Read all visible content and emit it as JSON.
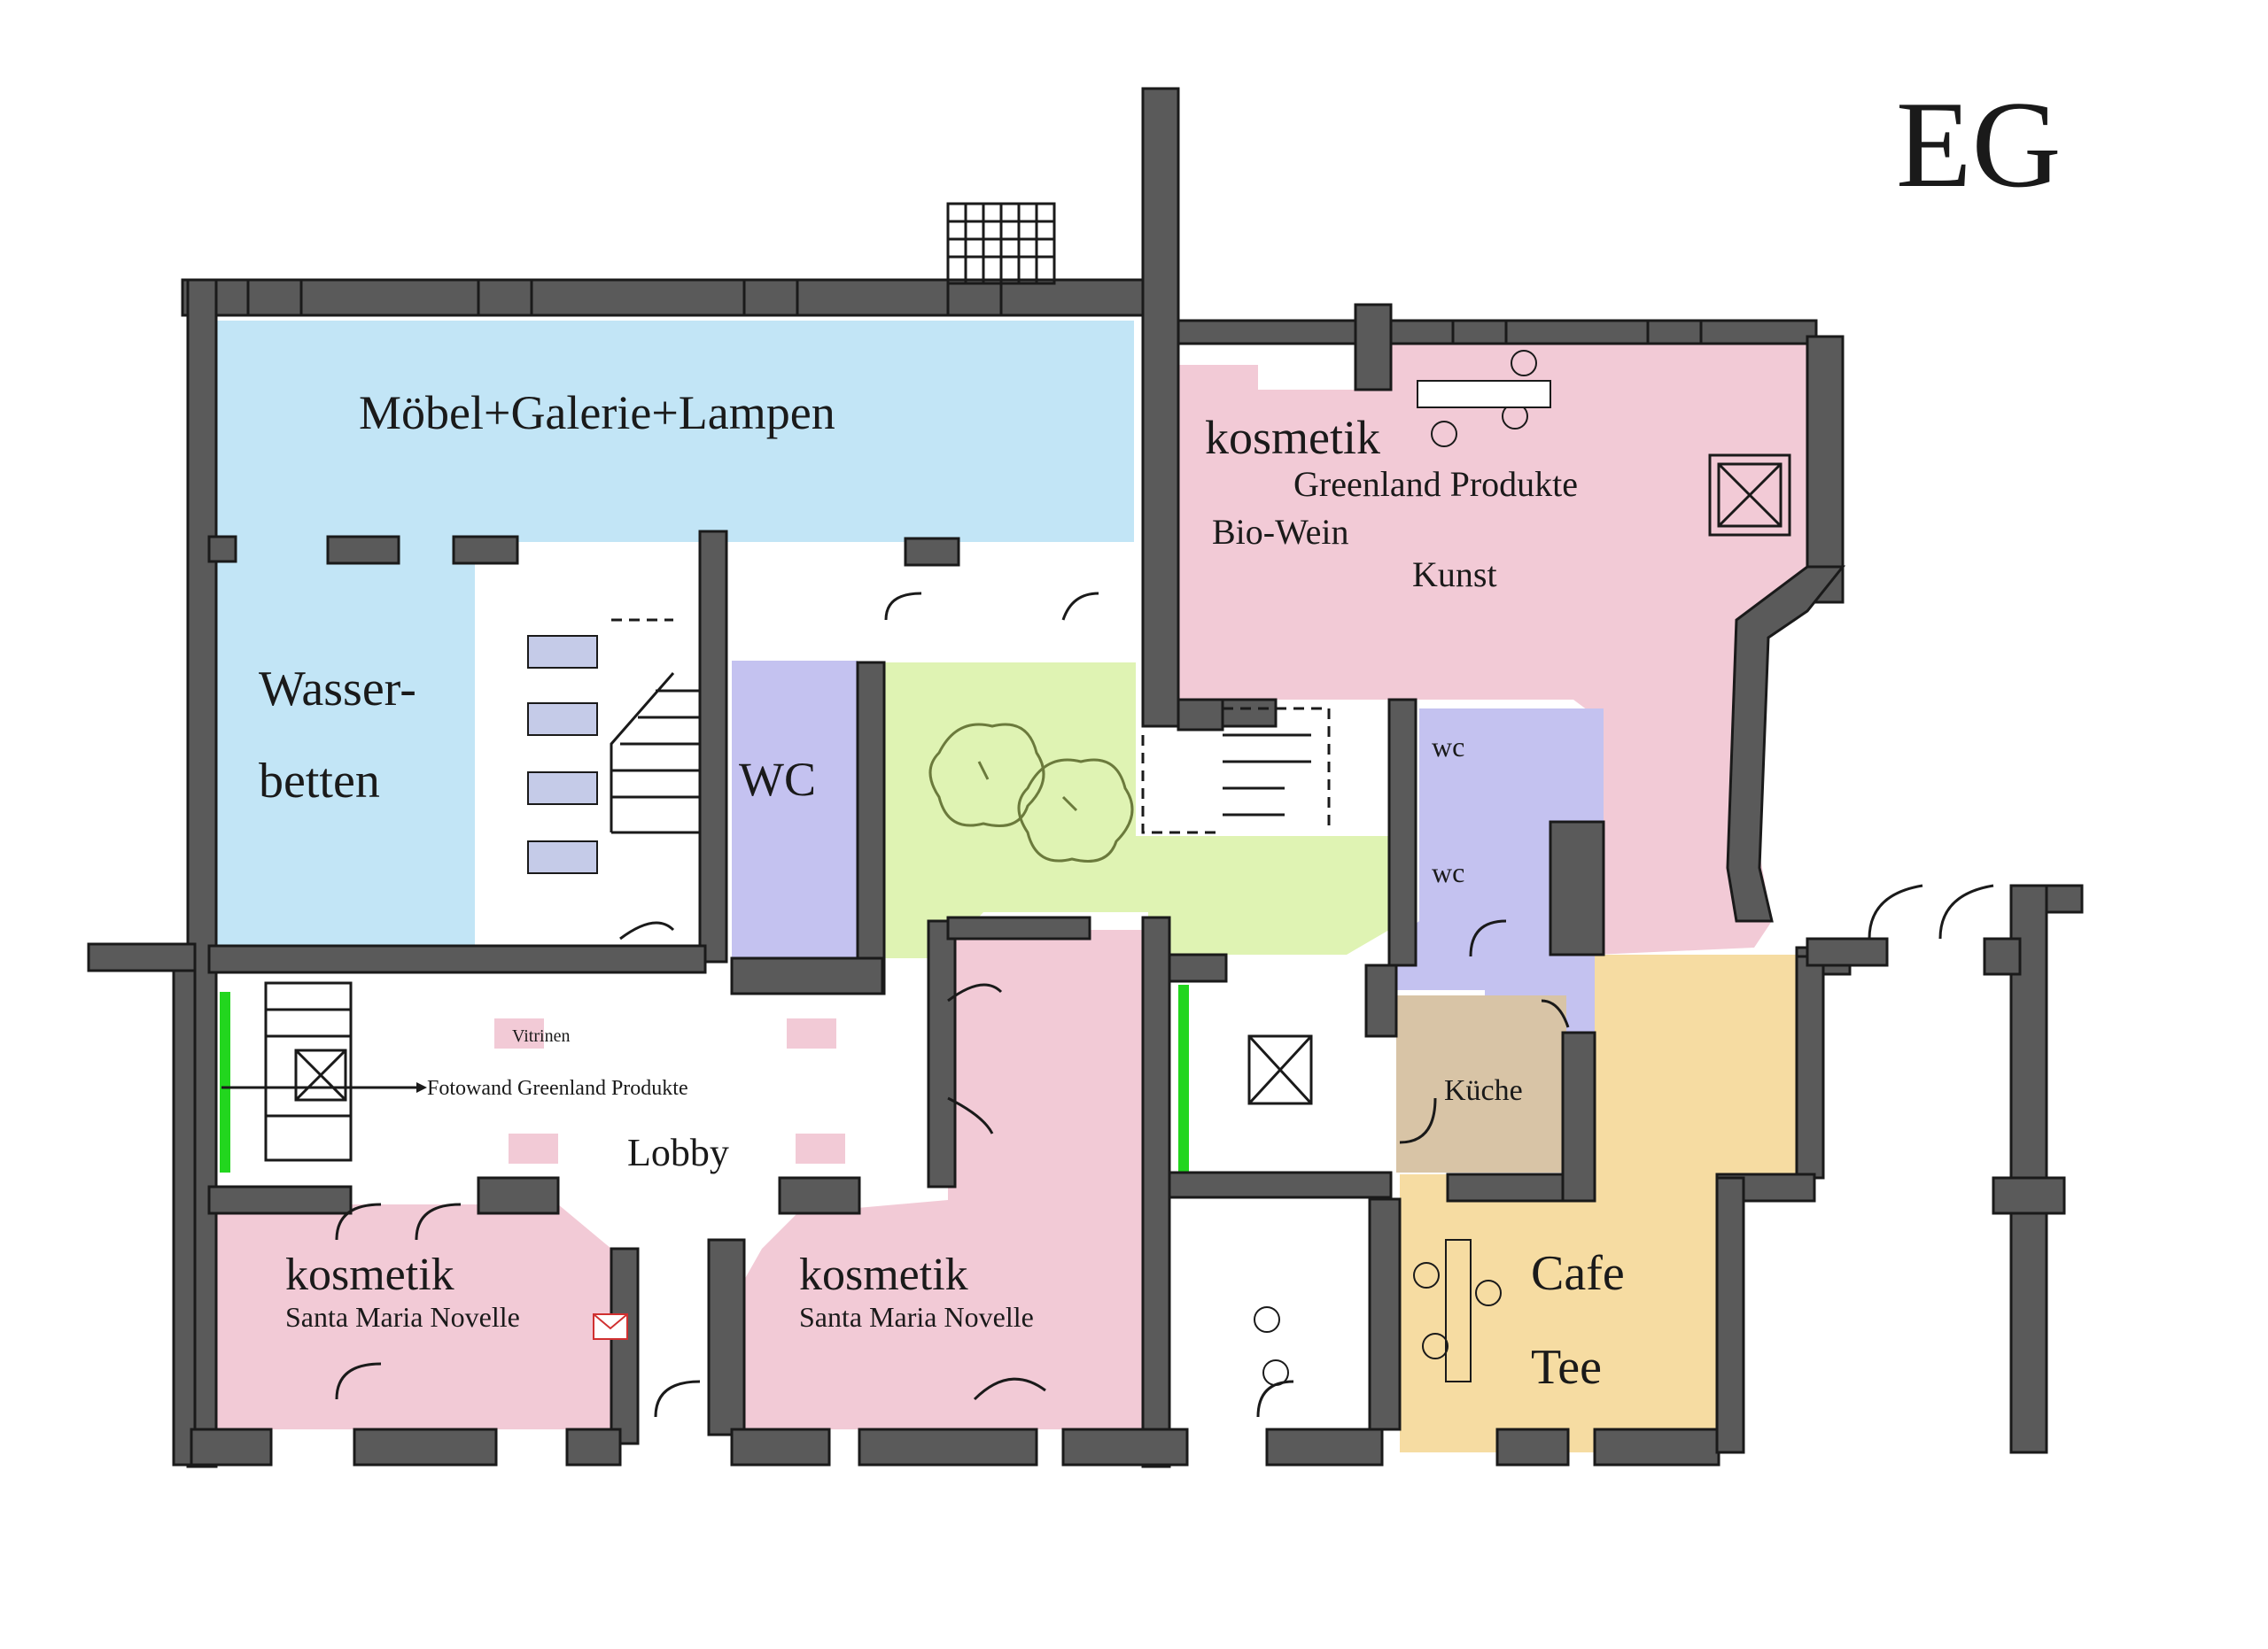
{
  "floor_label": "EG",
  "rooms": {
    "moebel": "Möbel+Galerie+Lampen",
    "wasser_line1": "Wasser-",
    "wasser_line2": "betten",
    "wc_left": "WC",
    "kosmetik_top": "kosmetik",
    "greenland": "Greenland Produkte",
    "biowein": "Bio-Wein",
    "kunst": "Kunst",
    "wc_small_1": "wc",
    "wc_small_2": "wc",
    "vitrinen": "Vitrinen",
    "fotowand": "Fotowand Greenland Produkte",
    "lobby": "Lobby",
    "kueche": "Küche",
    "kosmetik_left": "kosmetik",
    "smn_left": "Santa Maria Novelle",
    "kosmetik_mid": "kosmetik",
    "smn_mid": "Santa Maria Novelle",
    "cafe": "Cafe",
    "tee": "Tee"
  },
  "colors": {
    "blue": "#c2e5f6",
    "pink": "#f2cad6",
    "lavender": "#c4c2f0",
    "green": "#dff3b3",
    "orange": "#f6dca2",
    "brown": "#d8c4a6",
    "wall": "#5a5a5a",
    "accent_green": "#22d61e"
  },
  "icons": [
    "tree-icon",
    "elevator-icon",
    "staircase-icon",
    "mail-icon",
    "chair-icon"
  ]
}
